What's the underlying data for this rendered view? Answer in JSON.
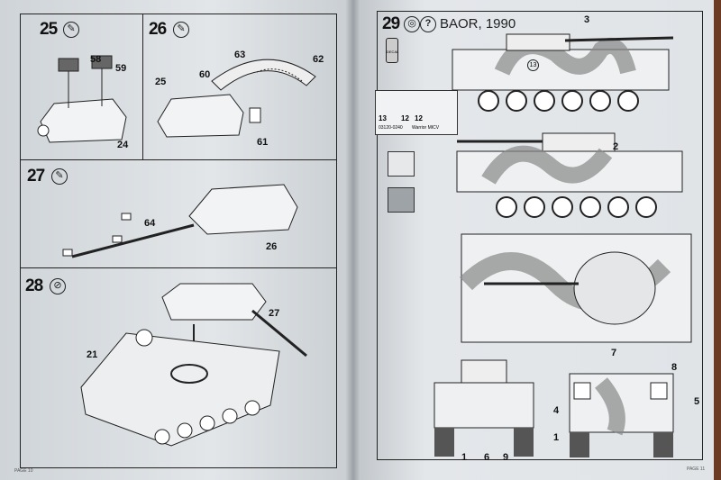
{
  "left_page": {
    "footer": "PAGE 10",
    "steps": [
      {
        "number": "25",
        "parts": [
          "58",
          "59",
          "24"
        ]
      },
      {
        "number": "26",
        "parts": [
          "25",
          "60",
          "63",
          "62",
          "61"
        ]
      },
      {
        "number": "27",
        "parts": [
          "64",
          "26"
        ]
      },
      {
        "number": "28",
        "parts": [
          "27",
          "21"
        ]
      }
    ]
  },
  "right_page": {
    "footer": "PAGE 11",
    "step": {
      "number": "29",
      "title": "BAOR, 1990",
      "question_icon": "?"
    },
    "decal_jar_label": "DECAL",
    "decal_sheet": {
      "numbers": [
        "13",
        "12",
        "12"
      ],
      "code": "03120-0240",
      "name": "Warrior MICV"
    },
    "callouts": [
      "3",
      "2",
      "7",
      "8",
      "5",
      "4",
      "1",
      "6",
      "9",
      "1"
    ],
    "hull_number": "13",
    "swatch_colors": [
      "#e6e8ea",
      "#9ea3a7"
    ]
  }
}
